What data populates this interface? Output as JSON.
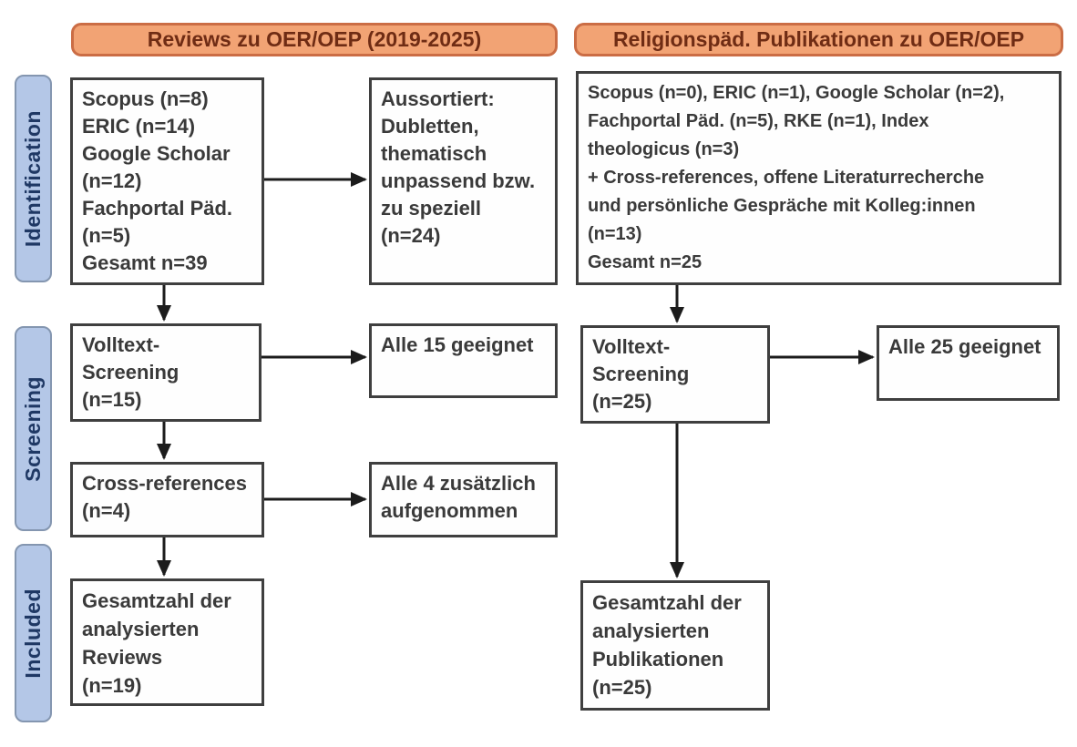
{
  "headers": {
    "left": "Reviews zu OER/OEP (2019-2025)",
    "right": "Religionspäd. Publikationen zu OER/OEP"
  },
  "stages": {
    "identification": "Identification",
    "screening": "Screening",
    "included": "Included"
  },
  "boxes": {
    "left_sources": "Scopus (n=8)\nERIC (n=14)\nGoogle Scholar\n(n=12)\nFachportal Päd.\n(n=5)\nGesamt n=39",
    "left_excluded": "Aussortiert:\nDubletten,\nthematisch\nunpassend bzw.\nzu speziell\n(n=24)",
    "left_screening": "Volltext-\nScreening\n(n=15)",
    "left_screening_result": "Alle 15 geeignet",
    "left_crossref": "Cross-references\n(n=4)",
    "left_crossref_result": "Alle 4 zusätzlich\naufgenommen",
    "left_total": "Gesamtzahl der\nanalysierten\nReviews\n(n=19)",
    "right_sources": "Scopus (n=0), ERIC (n=1), Google Scholar (n=2),\nFachportal Päd. (n=5), RKE (n=1), Index\ntheologicus (n=3)\n+ Cross-references, offene Literaturrecherche\nund persönliche Gespräche mit Kolleg:innen\n(n=13)\nGesamt n=25",
    "right_screening": "Volltext-\nScreening\n(n=25)",
    "right_screening_result": "Alle 25 geeignet",
    "right_total": "Gesamtzahl der\nanalysierten\nPublikationen\n(n=25)"
  },
  "colors": {
    "header_fill": "#f2a374",
    "header_border": "#cb6d45",
    "header_text": "#6f2c14",
    "stage_fill": "#b4c7e7",
    "stage_border": "#8496b0",
    "stage_text": "#1f3864",
    "box_border": "#3f3f3f",
    "box_text": "#3a3a3a",
    "arrow": "#1c1c1c"
  }
}
